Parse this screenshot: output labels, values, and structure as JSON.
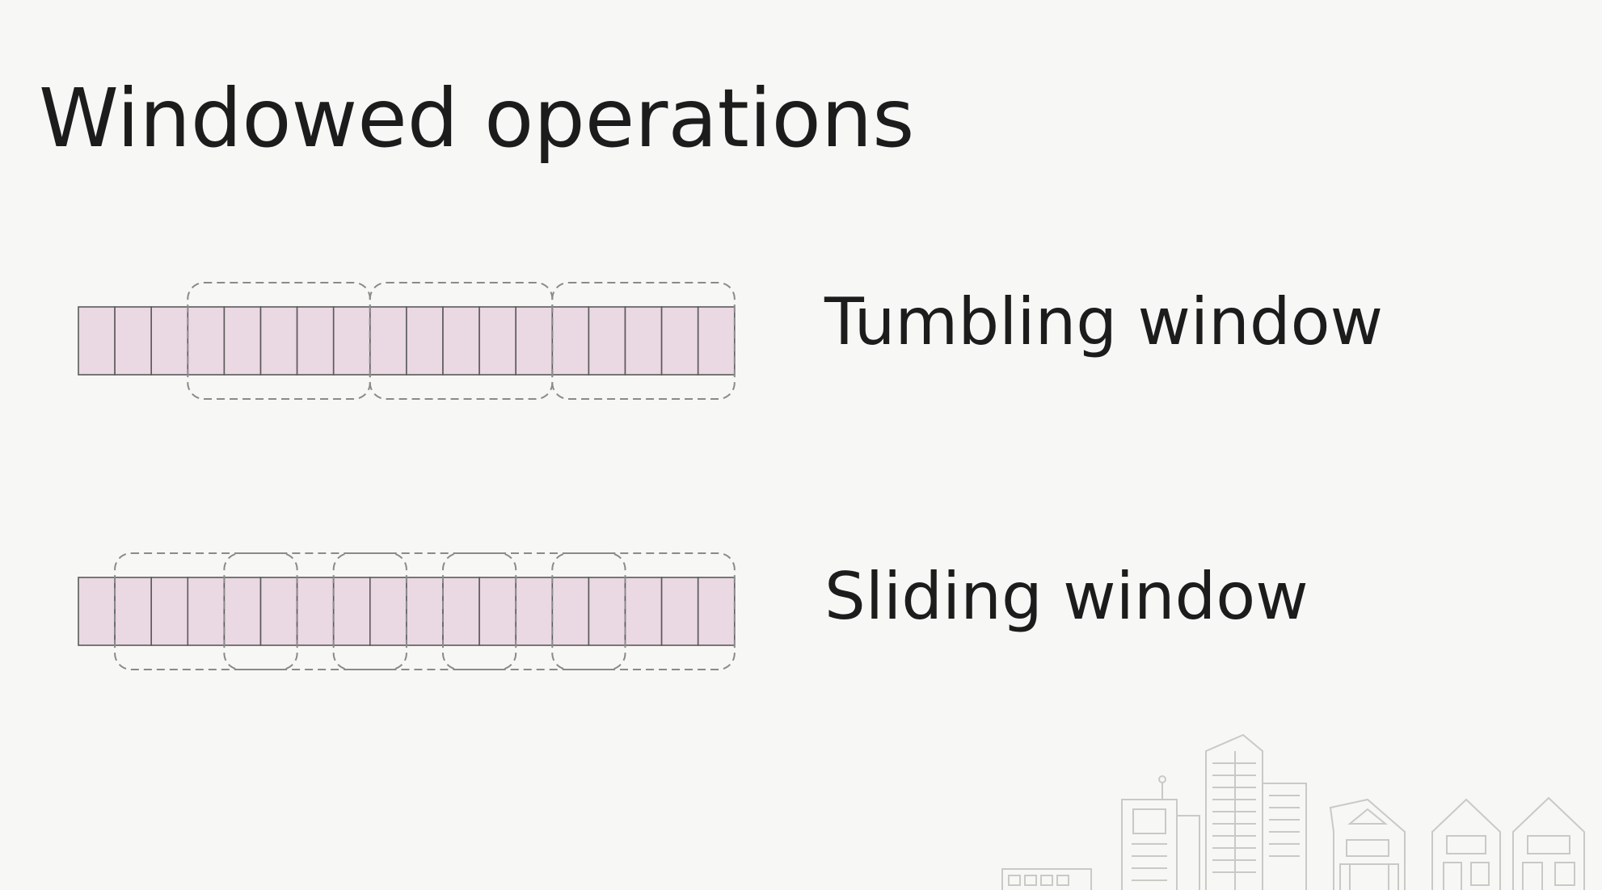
{
  "slide": {
    "title": "Windowed operations"
  },
  "tumbling": {
    "label": "Tumbling window",
    "cell_count": 18,
    "windows": [
      [
        3,
        7
      ],
      [
        8,
        12
      ],
      [
        13,
        17
      ]
    ]
  },
  "sliding": {
    "label": "Sliding window",
    "cell_count": 18,
    "windows": [
      [
        1,
        5
      ],
      [
        4,
        8
      ],
      [
        7,
        11
      ],
      [
        10,
        14
      ],
      [
        13,
        17
      ]
    ]
  },
  "colors": {
    "cell_fill": "#ead8e3",
    "cell_stroke": "#5a5a5a",
    "window_stroke": "#8a8a8a",
    "background": "#f7f7f5"
  },
  "icons": {
    "decoration": "city-skyline-illustration"
  }
}
